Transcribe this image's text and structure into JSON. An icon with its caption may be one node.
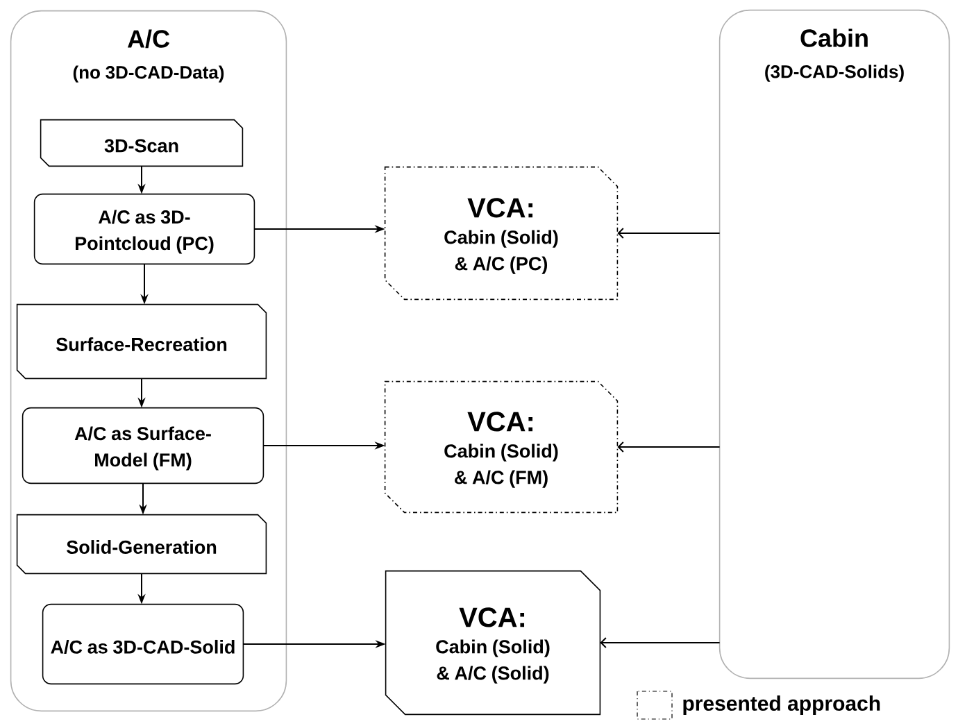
{
  "diagram": {
    "nodes": [
      {
        "text": [
          "A/C",
          "(no 3D-CAD-Data)"
        ]
      },
      {
        "text": [
          "3D-Scan"
        ],
        "in": 0
      },
      {
        "text": [
          "A/C as 3D-Pointcloud (PC)"
        ],
        "in": 0
      },
      {
        "text": [
          "Surface-Recreation"
        ],
        "in": 0
      },
      {
        "text": [
          "A/C as Surface-Model (FM)"
        ],
        "in": 0
      },
      {
        "text": [
          "Solid-Generation"
        ],
        "in": 0
      },
      {
        "text": [
          "A/C as 3D-CAD-Solid"
        ],
        "in": 0
      },
      {
        "text": [
          "VCA:",
          "Cabin (Solid) & A/C (PC)"
        ]
      },
      {
        "text": [
          "VCA:",
          "Cabin (Solid) & A/C (FM)"
        ]
      },
      {
        "text": [
          "VCA:",
          "Cabin (Solid) & A/C (Solid)"
        ]
      },
      {
        "text": [
          "Cabin",
          "(3D-CAD-Solids)"
        ]
      }
    ],
    "edges": [
      {
        "from": 1,
        "to": 2,
        "arrow": "to"
      },
      {
        "from": 2,
        "to": 3,
        "arrow": "to"
      },
      {
        "from": 3,
        "to": 4,
        "arrow": "to"
      },
      {
        "from": 4,
        "to": 5,
        "arrow": "to"
      },
      {
        "from": 5,
        "to": 6,
        "arrow": "to"
      },
      {
        "from": 2,
        "to": 7,
        "arrow": "to"
      },
      {
        "from": 4,
        "to": 8,
        "arrow": "to"
      },
      {
        "from": 6,
        "to": 9,
        "arrow": "to"
      },
      {
        "from": 10,
        "to": 7,
        "arrow": "to"
      },
      {
        "from": 10,
        "to": 8,
        "arrow": "to"
      },
      {
        "from": 10,
        "to": 9,
        "arrow": "to"
      }
    ],
    "legend": [
      {
        "text": "presented approach"
      }
    ]
  }
}
